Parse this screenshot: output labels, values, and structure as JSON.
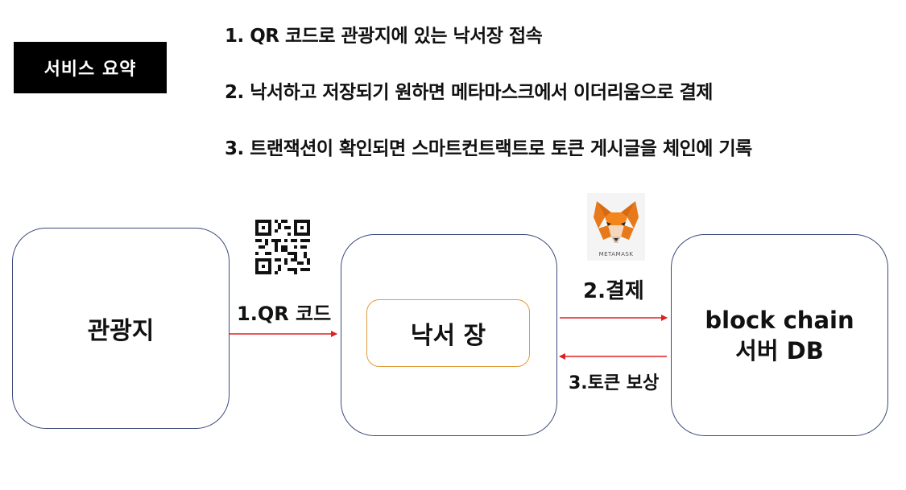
{
  "summary": {
    "title": "서비스 요약",
    "steps": [
      "1. QR 코드로 관광지에 있는 낙서장 접속",
      "2. 낙서하고 저장되기 원하면  메타마스크에서 이더리움으로 결제",
      "3. 트랜잭션이 확인되면 스마트컨트랙트로 토큰 게시글을 체인에 기록"
    ]
  },
  "diagram": {
    "nodes": {
      "tourist_spot": "관광지",
      "graffiti_board": "낙서 장",
      "blockchain_line1": "block chain",
      "blockchain_line2": "서버 DB"
    },
    "edges": {
      "qr": "1.QR 코드",
      "payment": "2.결제",
      "token_reward": "3.토큰 보상"
    },
    "metamask_label": "METAMASK",
    "arrow_color": "#e02020"
  },
  "icons": {
    "qr": "qr-code-icon",
    "wallet": "metamask-fox-icon"
  }
}
